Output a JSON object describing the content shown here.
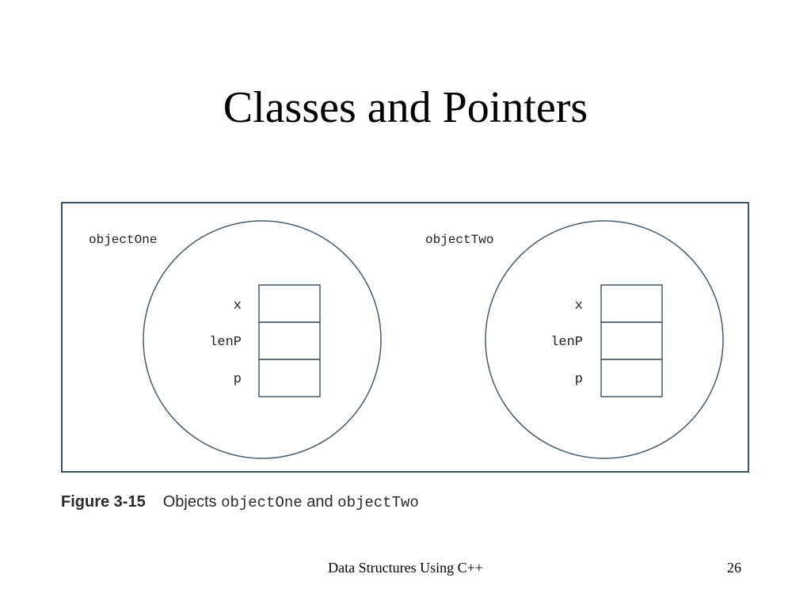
{
  "slide": {
    "title": "Classes and Pointers"
  },
  "figure": {
    "objects": [
      {
        "name": "objectOne",
        "members": [
          "x",
          "lenP",
          "p"
        ]
      },
      {
        "name": "objectTwo",
        "members": [
          "x",
          "lenP",
          "p"
        ]
      }
    ],
    "caption": {
      "number": "Figure 3-15",
      "text_before": "Objects ",
      "obj1": "objectOne",
      "text_mid": " and ",
      "obj2": "objectTwo"
    },
    "colors": {
      "frame": "#3a5260",
      "stroke": "#4a5a66"
    }
  },
  "footer": {
    "course": "Data Structures Using C++",
    "page": "26"
  }
}
